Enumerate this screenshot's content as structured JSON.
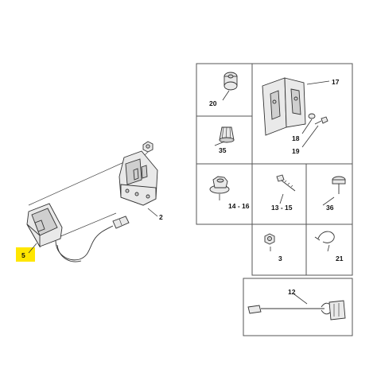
{
  "callouts": {
    "c2": "2",
    "c3": "3",
    "c5": "5",
    "c12": "12",
    "c13_15": "13 - 15",
    "c14_16": "14 - 16",
    "c17": "17",
    "c18": "18",
    "c19": "19",
    "c20": "20",
    "c21": "21",
    "c35": "35",
    "c36": "36"
  },
  "colors": {
    "highlight": "#ffe600",
    "box_border": "#555555"
  }
}
